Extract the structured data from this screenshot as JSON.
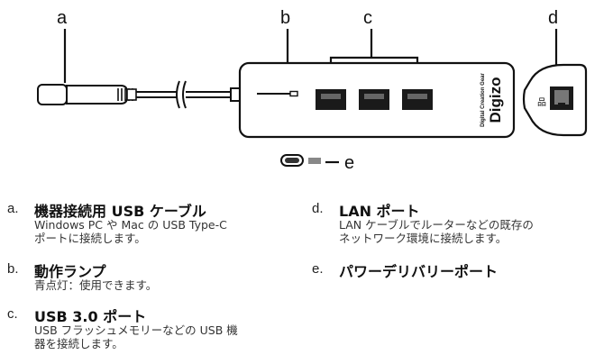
{
  "diagram": {
    "callouts": [
      "a",
      "b",
      "c",
      "d",
      "e"
    ],
    "brand": {
      "tagline": "Digital Creation Gear",
      "name": "Digizo"
    },
    "lan_symbol": "品"
  },
  "legend": [
    {
      "letter": "a.",
      "title": "機器接続用 USB ケーブル",
      "desc": "Windows PC や Mac の USB Type-C\nポートに接続します。"
    },
    {
      "letter": "b.",
      "title": "動作ランプ",
      "desc": "青点灯：使用できます。"
    },
    {
      "letter": "c.",
      "title": "USB 3.0 ポート",
      "desc": "USB フラッシュメモリーなどの USB 機\n器を接続します。"
    },
    {
      "letter": "d.",
      "title": "LAN ポート",
      "desc": "LAN ケーブルでルーターなどの既存の\nネットワーク環境に接続します。"
    },
    {
      "letter": "e.",
      "title": "パワーデリバリーポート",
      "desc": ""
    }
  ]
}
